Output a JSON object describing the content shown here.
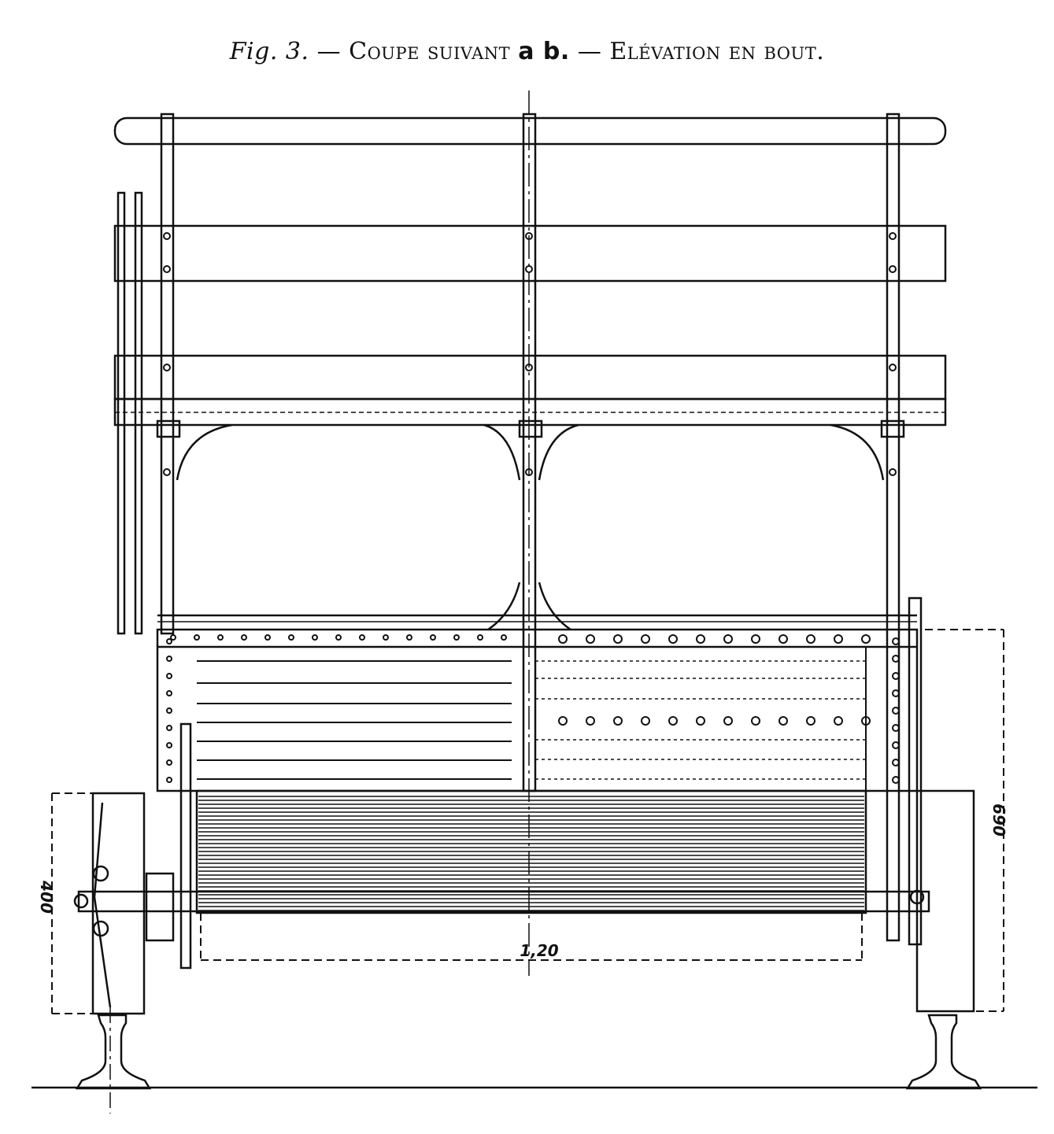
{
  "title": {
    "fig_label": "Fig. 3.",
    "dash1": "—",
    "section": "Coupe suivant",
    "section_ref": "a b.",
    "dash2": "—",
    "elevation": "Elévation en bout."
  },
  "dimensions": {
    "height_right": "690",
    "height_left": "400",
    "width_bottom": "1,20"
  },
  "colors": {
    "ink": "#111111",
    "paper": "#ffffff"
  }
}
